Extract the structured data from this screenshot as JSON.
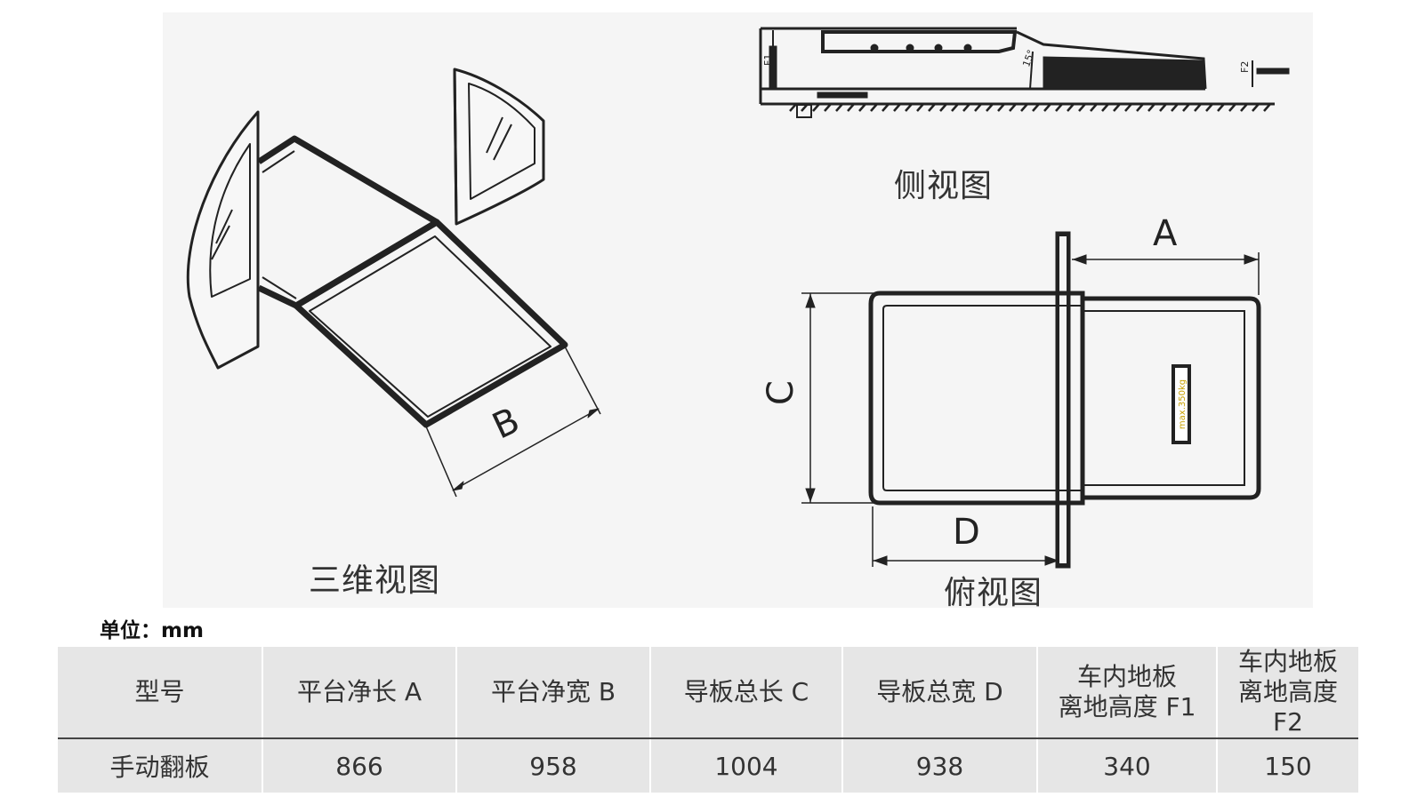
{
  "views": {
    "side": "侧视图",
    "iso": "三维视图",
    "top": "俯视图"
  },
  "dimension_letters": {
    "a": "A",
    "b": "B",
    "c": "C",
    "d": "D",
    "f1": "F1",
    "f2": "F2",
    "angle": "15°",
    "max_load": "max.350kg"
  },
  "unit": "单位：mm",
  "table": {
    "headers": [
      {
        "line1": "型号",
        "line2": ""
      },
      {
        "line1": "平台净长 A",
        "line2": ""
      },
      {
        "line1": "平台净宽 B",
        "line2": ""
      },
      {
        "line1": "导板总长 C",
        "line2": ""
      },
      {
        "line1": "导板总宽 D",
        "line2": ""
      },
      {
        "line1": "车内地板",
        "line2": "离地高度 F1"
      },
      {
        "line1": "车内地板",
        "line2": "离地高度 F2"
      }
    ],
    "rows": [
      [
        "手动翻板",
        "866",
        "958",
        "1004",
        "938",
        "340",
        "150"
      ]
    ]
  },
  "colors": {
    "panel_bg": "#f5f5f5",
    "table_bg": "#e6e6e6",
    "line": "#222222"
  }
}
